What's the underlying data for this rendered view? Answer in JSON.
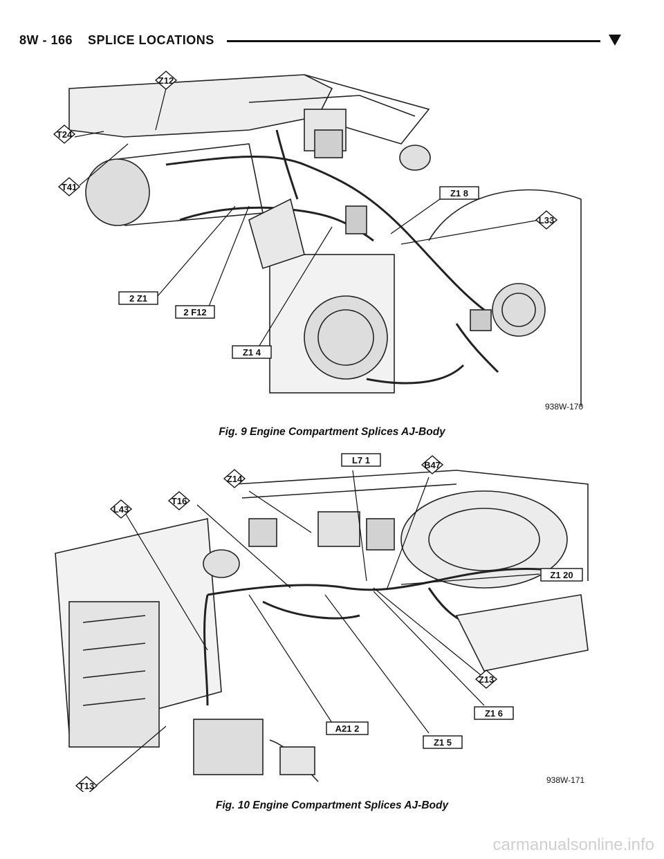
{
  "header": {
    "page_label": "8W - 166    SPLICE LOCATIONS"
  },
  "figure1": {
    "caption": "Fig. 9 Engine Compartment Splices AJ-Body",
    "drawing_number": "938W-170",
    "callouts": [
      "Z12",
      "T24",
      "T41",
      "2 Z1",
      "2 F12",
      "Z1 4",
      "Z1 8",
      "L33"
    ]
  },
  "figure2": {
    "caption": "Fig. 10 Engine Compartment Splices AJ-Body",
    "drawing_number": "938W-171",
    "callouts": [
      "L7 1",
      "B47",
      "Z14",
      "T16",
      "L43",
      "Z1 20",
      "Z13",
      "Z1 6",
      "Z1 5",
      "A21 2",
      "T13"
    ]
  },
  "watermark": "carmanualsonline.info"
}
